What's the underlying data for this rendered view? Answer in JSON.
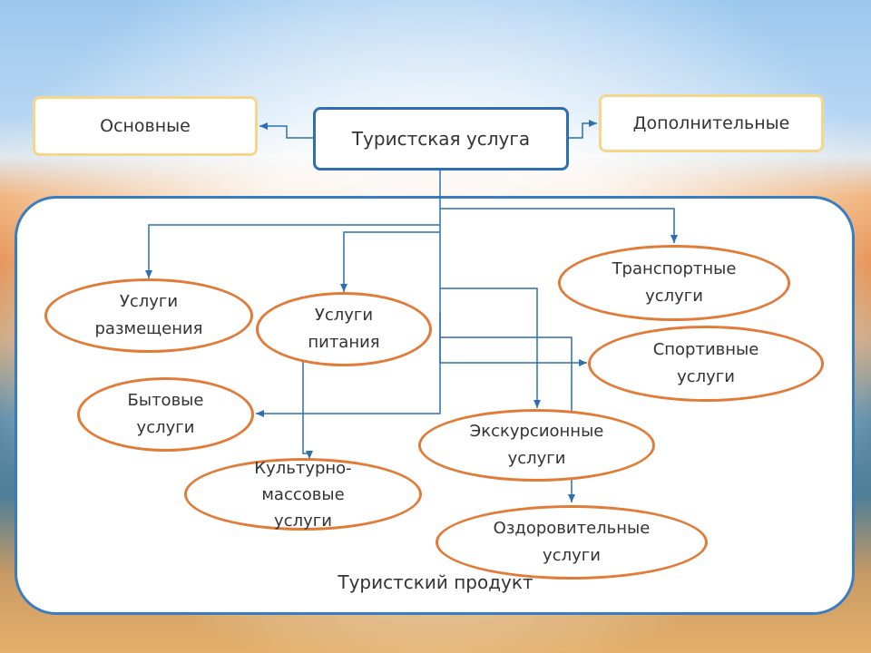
{
  "diagram": {
    "root": "Туристская услуга",
    "basic": "Основные",
    "additional": "Дополнительные",
    "product_label": "Туристский продукт",
    "services": {
      "accommodation": [
        "Услуги",
        "размещения"
      ],
      "catering": [
        "Услуги",
        "питания"
      ],
      "transport": [
        "Транспортные",
        "услуги"
      ],
      "sport": [
        "Спортивные",
        "услуги"
      ],
      "household": [
        "Бытовые",
        "услуги"
      ],
      "excursion": [
        "Экскурсионные",
        "услуги"
      ],
      "cultural": [
        "Культурно-",
        "массовые",
        "услуги"
      ],
      "health": [
        "Оздоровительные",
        "услуги"
      ]
    }
  },
  "colors": {
    "connector": "#2f6fb0",
    "oval_border": "#e07b39",
    "side_box_border": "#f6d68a",
    "frame_border": "#3a7cc0"
  }
}
